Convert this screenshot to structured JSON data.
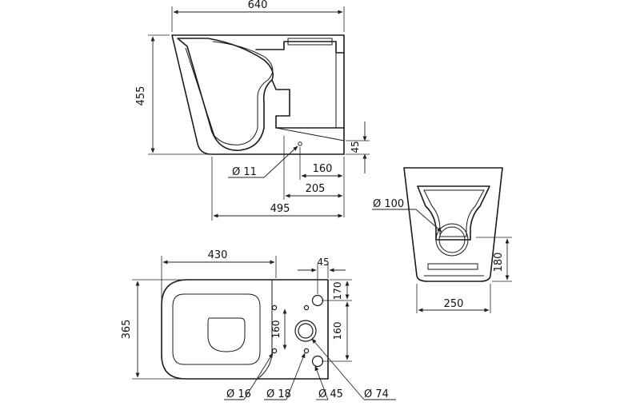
{
  "side_view": {
    "dims": {
      "overall_width": "640",
      "height": "455",
      "inlet_height": "45",
      "d160": "160",
      "d205": "205",
      "d495": "495",
      "dia_fixing": "Ø 11"
    }
  },
  "front_view": {
    "dims": {
      "outlet_dia": "Ø 100",
      "base_width": "250",
      "outlet_height": "180"
    }
  },
  "plan_view": {
    "dims": {
      "width_430": "430",
      "offset_45": "45",
      "depth_365": "365",
      "d170": "170",
      "d160_inner": "160",
      "d160_right": "160",
      "dia16": "Ø 16",
      "dia18": "Ø 18",
      "dia45": "Ø 45",
      "dia74": "Ø 74"
    }
  }
}
